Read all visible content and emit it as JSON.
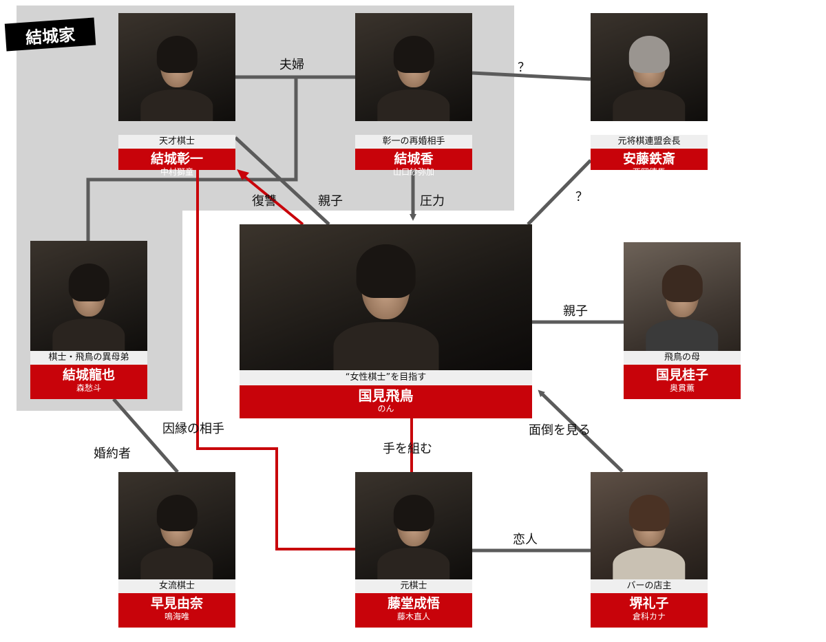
{
  "family": {
    "name": "結城家"
  },
  "colors": {
    "family_bg": "#d3d3d3",
    "name_red": "#c8030a",
    "gray_line": "#5b5b5b",
    "red_line": "#c8030a"
  },
  "people": {
    "akiichi": {
      "role": "天才棋士",
      "name": "結城彰一",
      "actor": "中村獅童"
    },
    "kaori": {
      "role": "彰一の再婚相手",
      "name": "結城香",
      "actor": "山口紗弥加"
    },
    "tessai": {
      "role": "元将棋連盟会長",
      "name": "安藤鉄斎",
      "actor": "西岡德馬"
    },
    "tatsuya": {
      "role": "棋士・飛鳥の異母弟",
      "name": "結城龍也",
      "actor": "森愁斗"
    },
    "asuka": {
      "role": "“女性棋士”を目指す",
      "name": "国見飛鳥",
      "actor": "のん"
    },
    "keiko": {
      "role": "飛鳥の母",
      "name": "国見桂子",
      "actor": "奥貫薫"
    },
    "yuna": {
      "role": "女流棋士",
      "name": "早見由奈",
      "actor": "鳴海唯"
    },
    "narigo": {
      "role": "元棋士",
      "name": "藤堂成悟",
      "actor": "藤木直人"
    },
    "reiko": {
      "role": "バーの店主",
      "name": "堺礼子",
      "actor": "倉科カナ"
    }
  },
  "relations": {
    "married": "夫婦",
    "q1": "？",
    "q2": "？",
    "revenge": "復讐",
    "parent_child_1": "親子",
    "pressure": "圧力",
    "parent_child_2": "親子",
    "fate": "因縁の相手",
    "fiance": "婚約者",
    "team_up": "手を組む",
    "care": "面倒を見る",
    "lovers": "恋人"
  }
}
